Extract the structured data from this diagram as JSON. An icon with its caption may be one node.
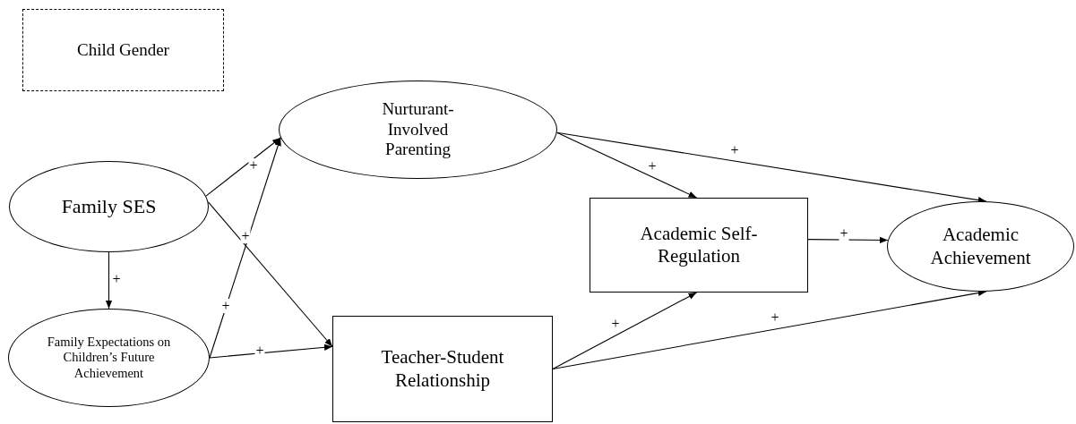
{
  "diagram": {
    "nodes": [
      {
        "text": [
          "Child Gender"
        ]
      },
      {
        "text": [
          "Nurturant- Involved Parenting"
        ]
      },
      {
        "text": [
          "Family SES"
        ]
      },
      {
        "text": [
          "Family Expectations on Children’s Future Achievement"
        ]
      },
      {
        "text": [
          "Academic Self-Regulation"
        ]
      },
      {
        "text": [
          "Teacher-Student Relationship"
        ]
      },
      {
        "text": [
          "Academic Achievement"
        ]
      }
    ],
    "edges": [
      {
        "from": 2,
        "to": 1,
        "arrow": "to",
        "label": "+"
      },
      {
        "from": 2,
        "to": 5,
        "arrow": "to",
        "label": "+"
      },
      {
        "from": 2,
        "to": 3,
        "arrow": "to",
        "label": "+"
      },
      {
        "from": 3,
        "to": 1,
        "arrow": "to",
        "label": "+"
      },
      {
        "from": 3,
        "to": 5,
        "arrow": "to",
        "label": "+"
      },
      {
        "from": 1,
        "to": 4,
        "arrow": "to",
        "label": "+"
      },
      {
        "from": 1,
        "to": 6,
        "arrow": "to",
        "label": "+"
      },
      {
        "from": 4,
        "to": 6,
        "arrow": "to",
        "label": "+"
      },
      {
        "from": 5,
        "to": 4,
        "arrow": "to",
        "label": "+"
      },
      {
        "from": 5,
        "to": 6,
        "arrow": "to",
        "label": "+"
      }
    ]
  }
}
